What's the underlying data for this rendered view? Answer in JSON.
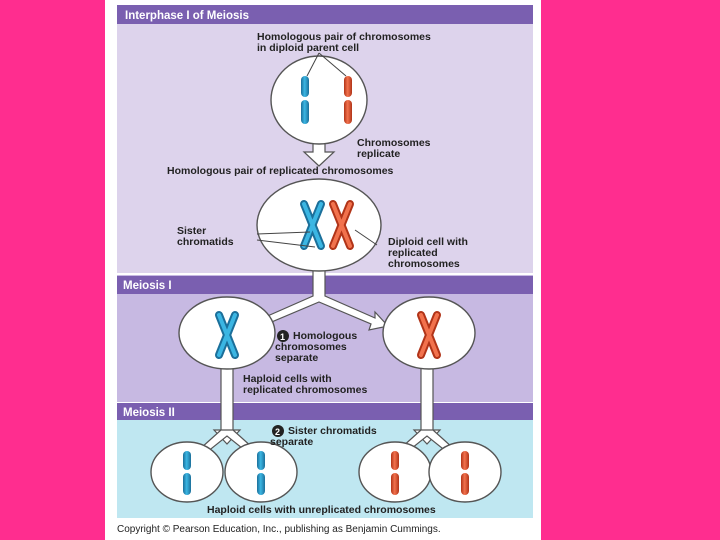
{
  "sections": {
    "interphase": "Interphase I of Meiosis",
    "meiosis1": "Meiosis I",
    "meiosis2": "Meiosis II"
  },
  "labels": {
    "homologous_pair_1": "Homologous pair of chromosomes",
    "homologous_pair_2": "in diploid parent cell",
    "replicate_1": "Chromosomes",
    "replicate_2": "replicate",
    "replicated_pair": "Homologous pair of replicated chromosomes",
    "sister_1": "Sister",
    "sister_2": "chromatids",
    "diploid_1": "Diploid cell with",
    "diploid_2": "replicated",
    "diploid_3": "chromosomes",
    "step1_num": "1",
    "step1_1": "Homologous",
    "step1_2": "chromosomes",
    "step1_3": "separate",
    "haploid_rep_1": "Haploid cells with",
    "haploid_rep_2": "replicated chromosomes",
    "step2_num": "2",
    "step2_1": "Sister chromatids",
    "step2_2": "separate",
    "haploid_unrep": "Haploid cells with unreplicated chromosomes"
  },
  "copyright": "Copyright © Pearson Education, Inc., publishing as Benjamin Cummings.",
  "colors": {
    "background": "#ff2d8f",
    "header_bar": "#7a5fb0",
    "interphase_bg": "#ddd3ec",
    "meiosis1_bg": "#c7b9e2",
    "meiosis2_bg": "#bfe7f1",
    "maternal": "#2aa0cc",
    "paternal": "#e8583a"
  }
}
